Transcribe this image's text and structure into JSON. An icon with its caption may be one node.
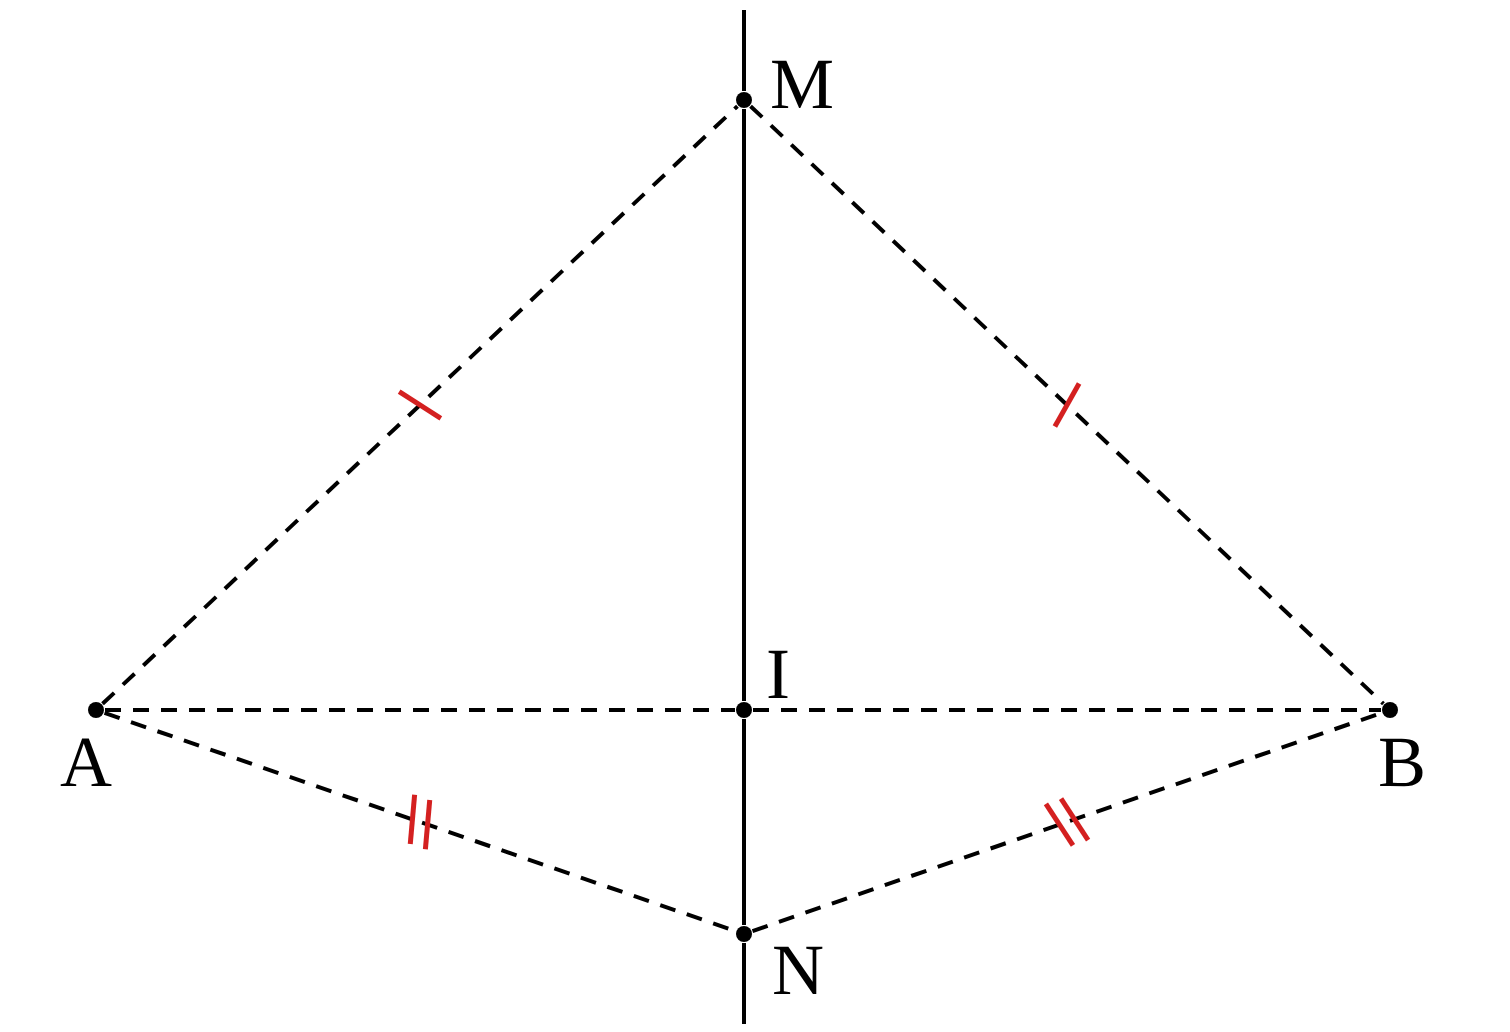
{
  "diagram": {
    "nodes": [
      {
        "text": [
          "M"
        ]
      },
      {
        "text": [
          "I"
        ]
      },
      {
        "text": [
          "A"
        ]
      },
      {
        "text": [
          "B"
        ]
      },
      {
        "text": [
          "N"
        ]
      }
    ],
    "edges": [
      {
        "from": 2,
        "to": 0,
        "arrow": "none",
        "style": "dashed"
      },
      {
        "from": 0,
        "to": 3,
        "arrow": "none",
        "style": "dashed"
      },
      {
        "from": 2,
        "to": 1,
        "arrow": "none",
        "style": "dashed"
      },
      {
        "from": 1,
        "to": 3,
        "arrow": "none",
        "style": "dashed"
      },
      {
        "from": 2,
        "to": 4,
        "arrow": "none",
        "style": "dashed"
      },
      {
        "from": 4,
        "to": 3,
        "arrow": "none",
        "style": "dashed"
      },
      {
        "from": null,
        "to": 0,
        "arrow": "none"
      },
      {
        "from": 0,
        "to": 1,
        "arrow": "none"
      },
      {
        "from": 1,
        "to": 4,
        "arrow": "none"
      },
      {
        "from": 4,
        "to": null,
        "arrow": "none"
      }
    ]
  }
}
